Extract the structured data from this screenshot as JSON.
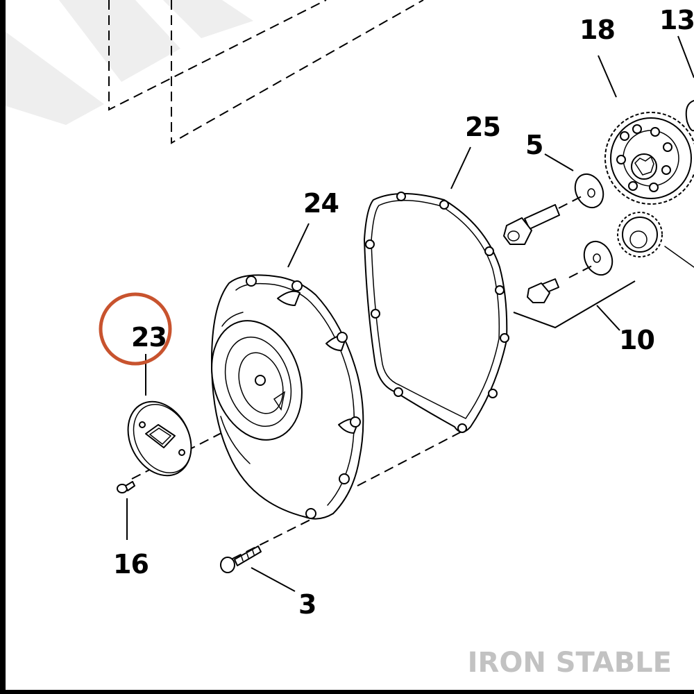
{
  "labels": {
    "l3": "3",
    "l5": "5",
    "l10": "10",
    "l13": "13",
    "l16": "16",
    "l18": "18",
    "l23": "23",
    "l24": "24",
    "l25": "25"
  },
  "watermark": "IRON STABLE",
  "colors": {
    "highlight": "#c8532e",
    "watermark": "#c2c2c2",
    "stripes": "#eeeeee",
    "frame": "#000000"
  }
}
